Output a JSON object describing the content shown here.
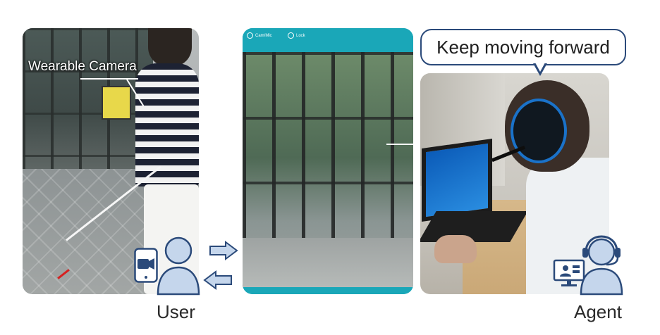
{
  "user_photo": {
    "camera_label": "Wearable Camera"
  },
  "phone_app": {
    "toolbar": [
      {
        "label": "Cam/Mic",
        "icon": "camera-icon"
      },
      {
        "label": "Lock",
        "icon": "lock-icon"
      }
    ],
    "accent_color": "#1aa7b8"
  },
  "speech_bubble": {
    "text": "Keep moving forward"
  },
  "roles": {
    "user_label": "User",
    "agent_label": "Agent"
  },
  "icons": {
    "user_phone_icon": "smartphone-video-icon",
    "user_person_icon": "person-icon",
    "agent_monitor_icon": "video-monitor-icon",
    "agent_person_icon": "headset-person-icon",
    "arrow_right": "arrow-right-icon",
    "arrow_left": "arrow-left-icon"
  },
  "colors": {
    "icon_blue": "#c5d6ec",
    "icon_stroke": "#2b4a7a"
  }
}
